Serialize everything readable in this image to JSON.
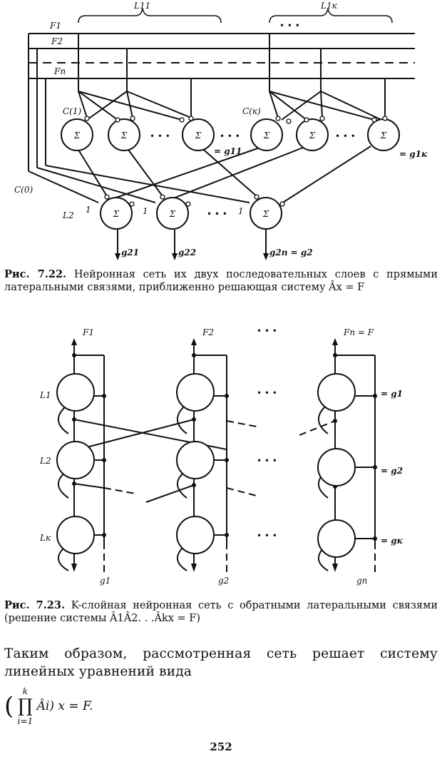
{
  "figure1": {
    "caption_label": "Рис. 7.22.",
    "caption_text": "Нейронная сеть их двух последовательных слоев с прямыми латеральными связями, приближенно решающая систему Âx = F",
    "labels": {
      "F1": "F1",
      "F2": "F2",
      "Fn": "Fn",
      "L11": "L11",
      "L1k": "L1к",
      "L2": "L2",
      "C1": "C(1)",
      "Ck": "C(к)",
      "C0": "C(0)",
      "g11": "= g11",
      "g1k": "= g1к",
      "g21": "g21",
      "g22": "g22",
      "g2n": "g2n = g2",
      "sigma": "Σ",
      "dots": "• • •",
      "one": "1"
    }
  },
  "figure2": {
    "caption_label": "Рис. 7.23.",
    "caption_text": "K-слойная нейронная сеть с обратными латеральными связями (решение системы Â1Â2. . .Âkx = F)",
    "labels": {
      "F1": "F1",
      "F2": "F2",
      "Fn": "Fn = F",
      "L1": "L1",
      "L2": "L2",
      "Lk": "Lк",
      "g1": "g1",
      "g2": "g2",
      "gn": "gn",
      "eg1": "= g1",
      "eg2": "= g2",
      "egk": "= gк",
      "dots": "• • •"
    }
  },
  "body_text": "Таким образом, рассмотренная сеть решает систему линейных уравнений вида",
  "formula": {
    "upper": "k",
    "lower": "i=1",
    "expression": "Âi) x = F."
  },
  "page_number": "252"
}
